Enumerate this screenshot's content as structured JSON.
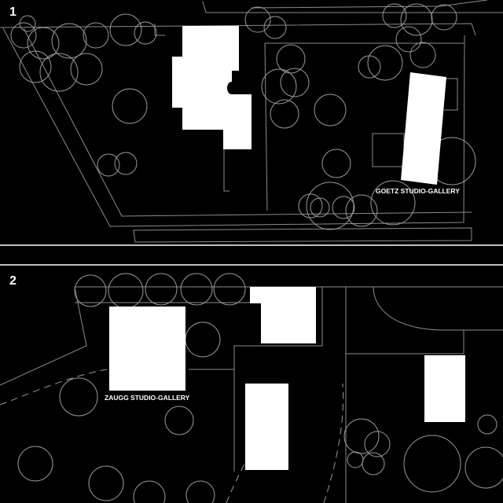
{
  "panels": [
    {
      "number": "1",
      "label": "GOETZ STUDIO-GALLERY"
    },
    {
      "number": "2",
      "label": "ZAUGG STUDIO-GALLERY"
    }
  ]
}
